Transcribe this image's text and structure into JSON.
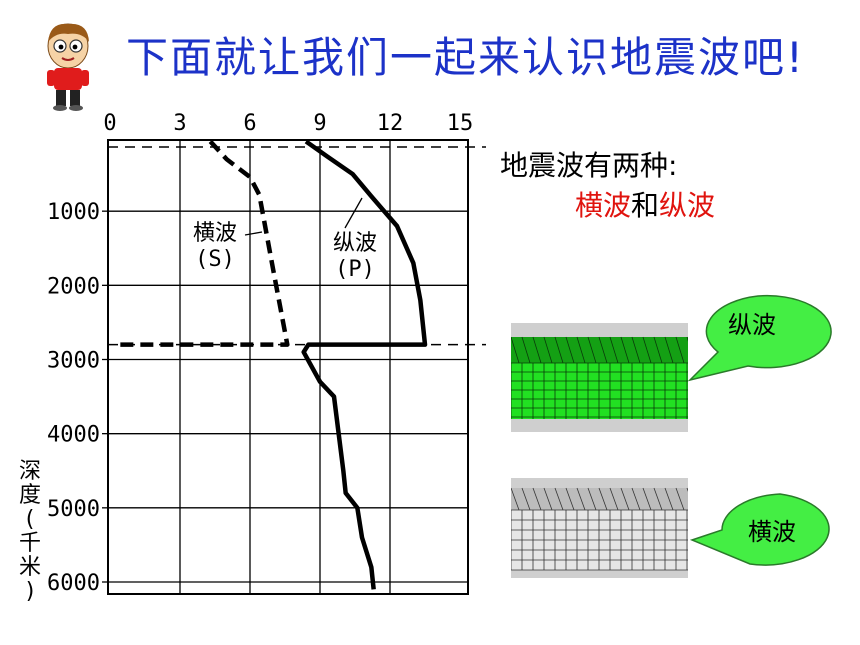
{
  "header": {
    "title": "下面就让我们一起来认识地震波吧!"
  },
  "intro": {
    "line1": "地震波有两种:",
    "transverse": "横波",
    "connector": "和",
    "longitudinal": "纵波"
  },
  "bubbles": {
    "p_wave_label": "纵波",
    "s_wave_label": "横波"
  },
  "colors": {
    "title_blue": "#1c32c8",
    "accent_red": "#e0140f",
    "bubble_green": "#44ee44",
    "p_sim_green": "#22e022",
    "s_sim_gray": "#d8d8d8"
  },
  "chart_data": {
    "type": "line",
    "x_ticks": [
      "0",
      "3",
      "6",
      "9",
      "12",
      "15"
    ],
    "y_ticks": [
      "1000",
      "2000",
      "3000",
      "4000",
      "5000",
      "6000"
    ],
    "xlim": [
      0,
      15
    ],
    "ylim": [
      0,
      6000
    ],
    "ylabel": "深度(千米)",
    "grid": true,
    "boundaries": [
      0,
      2800
    ],
    "series": [
      {
        "name": "横波(S)",
        "label_main": "横波",
        "label_sub": "(S)",
        "style": "dashed",
        "points": [
          [
            4.3,
            60
          ],
          [
            5.0,
            300
          ],
          [
            6.0,
            540
          ],
          [
            6.4,
            780
          ],
          [
            7.0,
            1800
          ],
          [
            7.6,
            2800
          ],
          [
            0.2,
            2800
          ]
        ]
      },
      {
        "name": "纵波(P)",
        "label_main": "纵波",
        "label_sub": "(P)",
        "style": "solid",
        "points": [
          [
            8.4,
            60
          ],
          [
            9.3,
            260
          ],
          [
            10.4,
            500
          ],
          [
            11.2,
            800
          ],
          [
            12.3,
            1200
          ],
          [
            13.0,
            1700
          ],
          [
            13.3,
            2200
          ],
          [
            13.5,
            2800
          ],
          [
            8.5,
            2800
          ],
          [
            8.3,
            2900
          ],
          [
            9.0,
            3300
          ],
          [
            9.6,
            3500
          ],
          [
            9.8,
            4000
          ],
          [
            10.0,
            4500
          ],
          [
            10.1,
            4800
          ],
          [
            10.6,
            5000
          ],
          [
            10.8,
            5400
          ],
          [
            11.2,
            5800
          ],
          [
            11.3,
            6100
          ]
        ]
      }
    ]
  }
}
